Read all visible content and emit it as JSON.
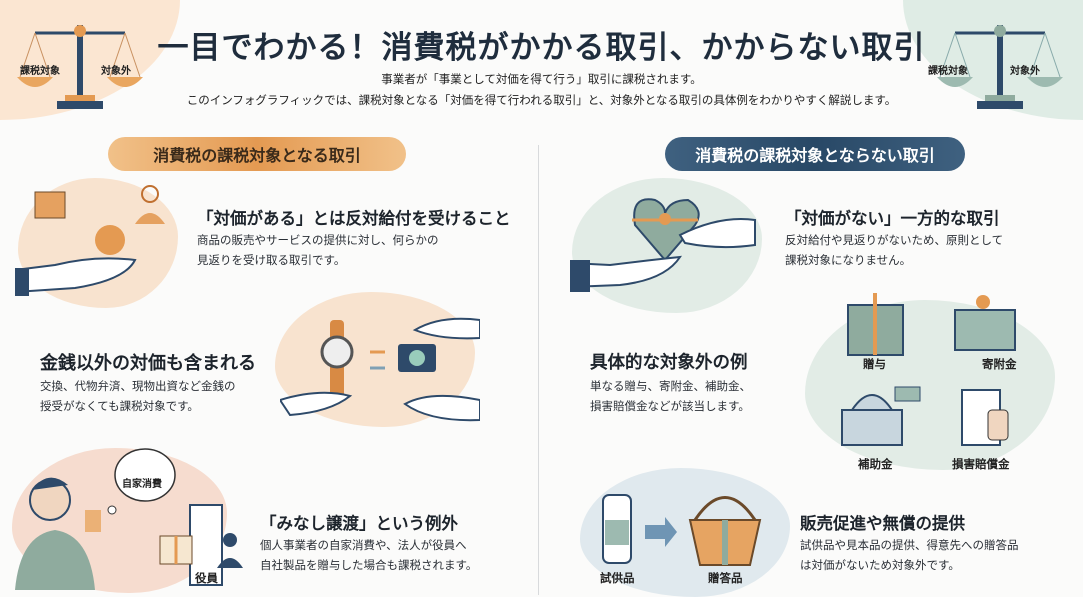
{
  "header": {
    "title": "一目でわかる！消費税がかかる取引、かからない取引",
    "subtitle_1": "事業者が「事業として対価を得て行う」取引に課税されます。",
    "subtitle_2": "このインフォグラフィックでは、課税対象となる「対価を得て行われる取引」と、対象外となる取引の具体例をわかりやすく解説します。",
    "scale_left_labels": [
      "課税対象",
      "対象外"
    ],
    "scale_right_labels": [
      "課税対象",
      "対象外"
    ]
  },
  "taxable": {
    "heading": "消費税の課税対象となる取引",
    "sections": [
      {
        "title": "「対価がある」とは反対給付を受けること",
        "desc_1": "商品の販売やサービスの提供に対し、何らかの",
        "desc_2": "見返りを受け取る取引です。"
      },
      {
        "title": "金銭以外の対価も含まれる",
        "desc_1": "交換、代物弁済、現物出資など金銭の",
        "desc_2": "授受がなくても課税対象です。"
      },
      {
        "title": "「みなし譲渡」という例外",
        "desc_1": "個人事業者の自家消費や、法人が役員へ",
        "desc_2": "自社製品を贈与した場合も課税されます。",
        "bubble": "自家消費",
        "officer": "役員"
      }
    ]
  },
  "non_taxable": {
    "heading": "消費税の課税対象とならない取引",
    "sections": [
      {
        "title": "「対価がない」一方的な取引",
        "desc_1": "反対給付や見返りがないため、原則として",
        "desc_2": "課税対象になりません。"
      },
      {
        "title": "具体的な対象外の例",
        "desc_1": "単なる贈与、寄附金、補助金、",
        "desc_2": "損害賠償金などが該当します。",
        "examples": [
          "贈与",
          "寄附金",
          "補助金",
          "損害賠償金"
        ]
      },
      {
        "title": "販売促進や無償の提供",
        "desc_1": "試供品や見本品の提供、得意先への贈答品",
        "desc_2": "は対価がないため対象外です。",
        "items": [
          "試供品",
          "贈答品"
        ]
      }
    ]
  },
  "colors": {
    "orange": "#e49a52",
    "navy": "#284866",
    "sage": "#8fab9e"
  }
}
